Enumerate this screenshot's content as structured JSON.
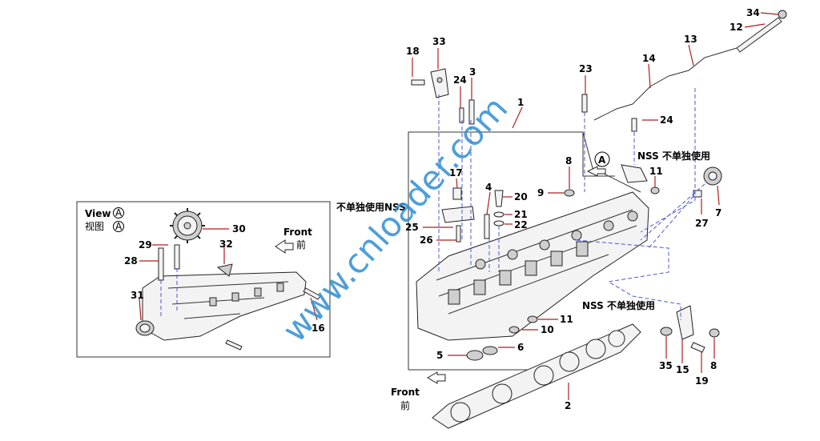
{
  "watermark": "www.cnloader.com",
  "view_label": "View",
  "view_label_cn": "视图",
  "view_ref": "A",
  "front_label": "Front",
  "front_label_cn": "前",
  "nss_label_1": "不单独使用NSS",
  "nss_label_2": "NSS 不单独使用",
  "nss_label_3": "NSS 不单独使用",
  "callout_A": "A",
  "part_numbers": {
    "p1": "1",
    "p2": "2",
    "p3": "3",
    "p4": "4",
    "p5": "5",
    "p6": "6",
    "p7": "7",
    "p8a": "8",
    "p8b": "8",
    "p9": "9",
    "p10": "10",
    "p11a": "11",
    "p11b": "11",
    "p12": "12",
    "p13": "13",
    "p14": "14",
    "p15": "15",
    "p16": "16",
    "p17": "17",
    "p18": "18",
    "p19": "19",
    "p20": "20",
    "p21": "21",
    "p22": "22",
    "p23": "23",
    "p24a": "24",
    "p24b": "24",
    "p25": "25",
    "p26": "26",
    "p27": "27",
    "p28": "28",
    "p29": "29",
    "p30": "30",
    "p31": "31",
    "p32": "32",
    "p33": "33",
    "p34": "34",
    "p35": "35"
  }
}
